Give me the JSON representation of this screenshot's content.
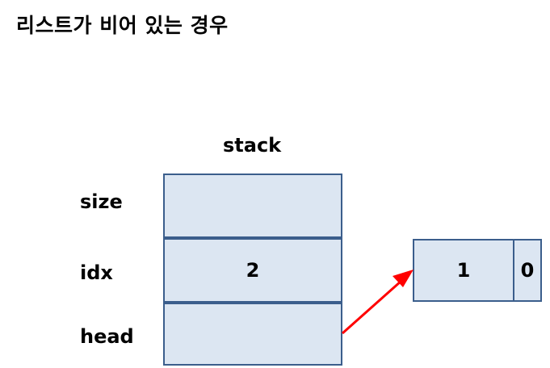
{
  "title": "리스트가 비어 있는 경우",
  "stack": {
    "label": "stack",
    "fields": [
      {
        "name": "size",
        "value": ""
      },
      {
        "name": "idx",
        "value": "2"
      },
      {
        "name": "head",
        "value": ""
      }
    ]
  },
  "node": {
    "value": "1",
    "next": "0"
  },
  "colors": {
    "cell_fill": "#dce6f2",
    "cell_border": "#3b5e8c",
    "pointer_arrow": "#ff0000"
  }
}
